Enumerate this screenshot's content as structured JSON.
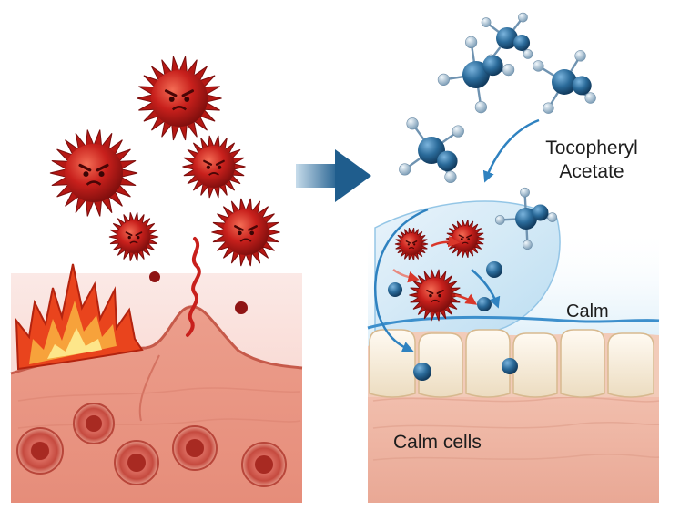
{
  "labels": {
    "compound_line1": "Tocopheryl",
    "compound_line2": "Acetate",
    "calm": "Calm",
    "calm_cells": "Calm cells"
  },
  "colors": {
    "free_radical": "#c8201c",
    "molecule": "#2a6a99",
    "molecule_atom": "#a7c3d9",
    "flame": "#e9441d",
    "inflamed_skin": "#e59c8c",
    "calm_skin": "#ecb5a4",
    "protective_layer": "#a9d4ee",
    "arrow": "#1f5d8d"
  }
}
